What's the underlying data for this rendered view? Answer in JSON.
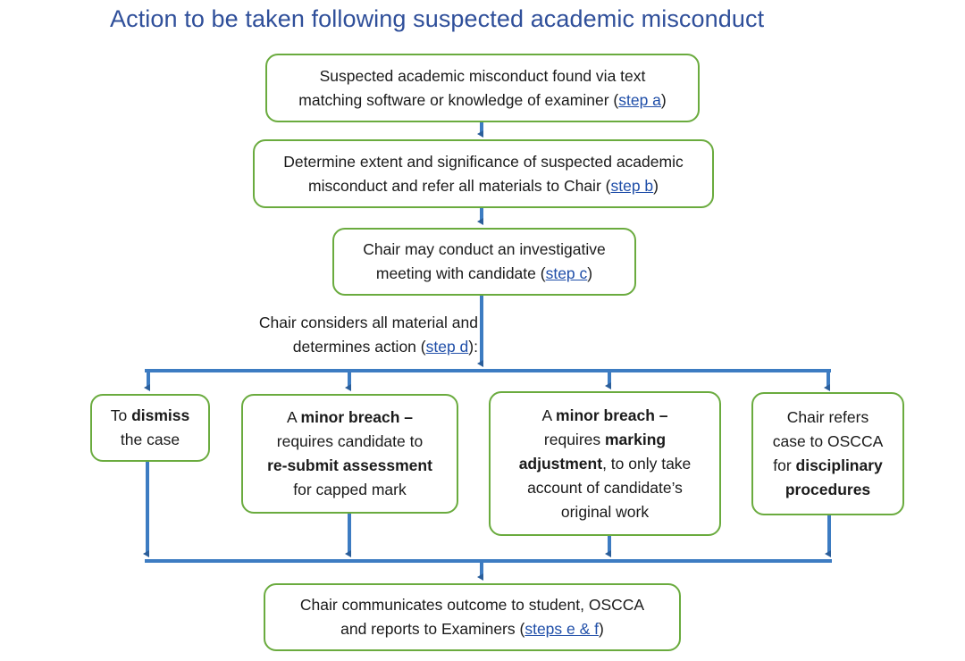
{
  "title": "Action to be taken following suspected academic misconduct",
  "colors": {
    "box_border": "#6aab3e",
    "connector": "#3d7cc2",
    "connector_dark": "#2b5e9a",
    "title": "#2f4f9a",
    "link": "#1f4ea8"
  },
  "steps": {
    "a": {
      "line1": "Suspected academic misconduct found via text",
      "line2_pre": "matching software or knowledge of examiner (",
      "link": "step a",
      "post": ")"
    },
    "b": {
      "line1": "Determine extent and significance of suspected academic",
      "line2_pre": "misconduct and refer all materials to Chair (",
      "link": "step b",
      "post": ")"
    },
    "c": {
      "line1": "Chair may conduct an investigative",
      "line2_pre": "meeting with candidate (",
      "link": "step c",
      "post": ")"
    },
    "d": {
      "line1": "Chair considers all material and",
      "line2_pre": "determines action (",
      "link": "step d",
      "post": "):"
    },
    "outcomes": {
      "dismiss": {
        "pre": "To ",
        "bold": "dismiss",
        "line2": "the case"
      },
      "resubmit": {
        "pre": "A ",
        "bold": "minor breach –",
        "line2": "requires candidate to",
        "line3_bold": "re-submit assessment",
        "line4": "for capped mark"
      },
      "adjust": {
        "pre": "A ",
        "bold": "minor breach –",
        "line2_pre": "requires ",
        "line2_bold": "marking",
        "line3_bold": "adjustment",
        "line3_post": ", to only take",
        "line4": "account of candidate’s",
        "line5": "original work"
      },
      "refer": {
        "line1": "Chair refers",
        "line2": "case to OSCCA",
        "line3_pre": "for ",
        "line3_bold": "disciplinary",
        "line4_bold": "procedures"
      }
    },
    "ef": {
      "line1": "Chair communicates outcome to student, OSCCA",
      "line2_pre": "and reports to Examiners (",
      "link": "steps e & f",
      "post": ")"
    }
  }
}
